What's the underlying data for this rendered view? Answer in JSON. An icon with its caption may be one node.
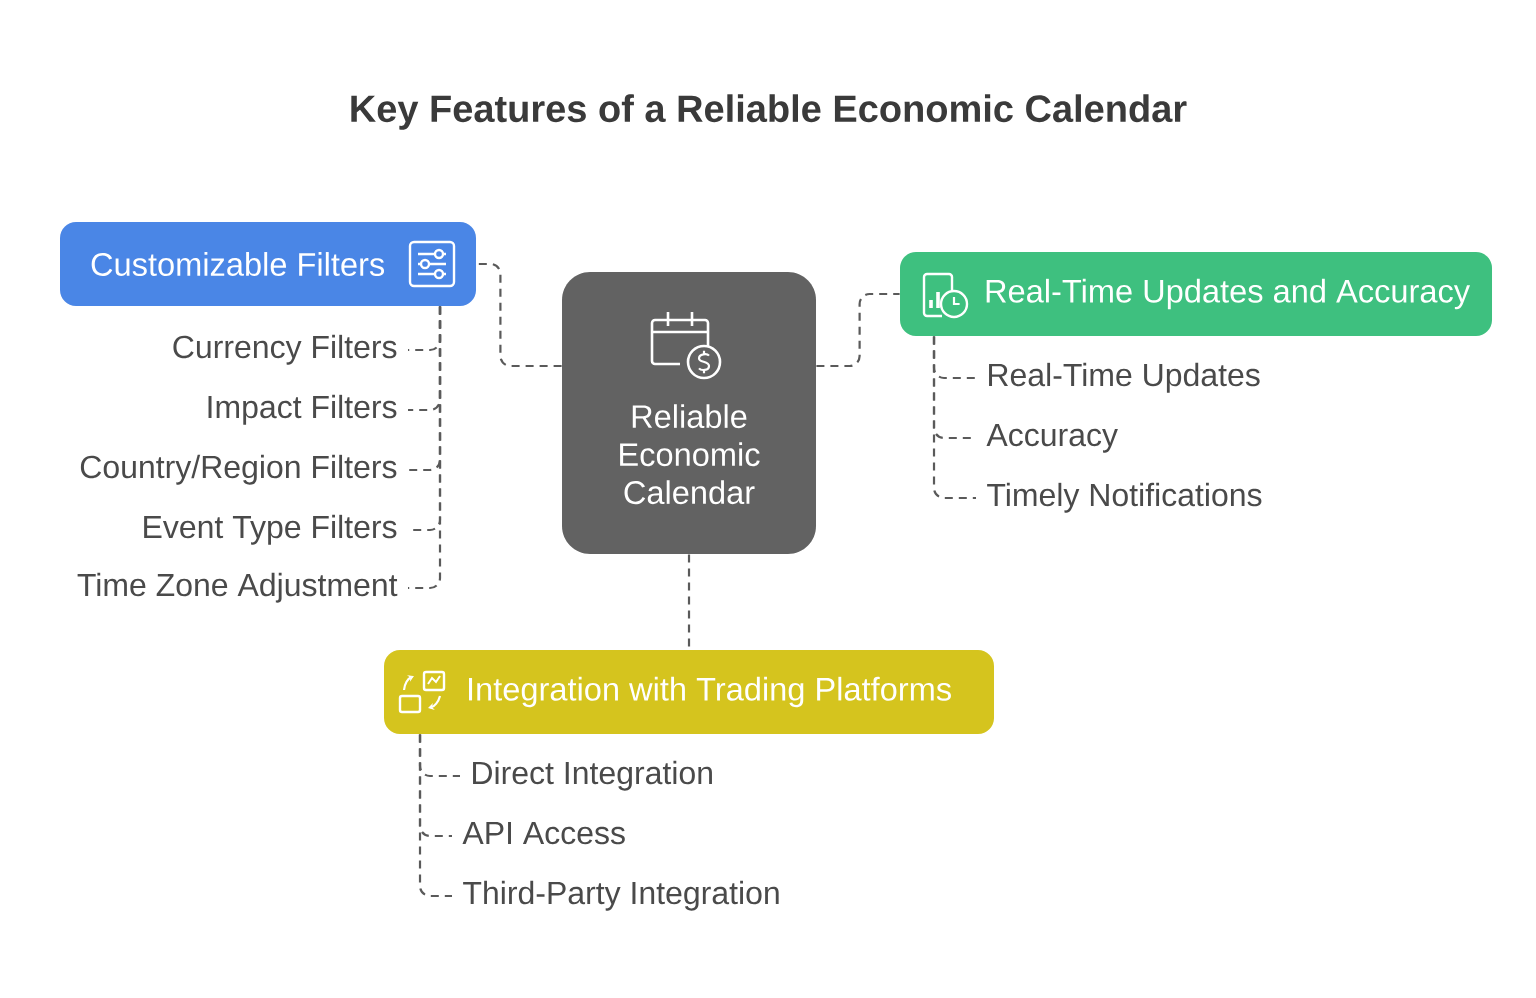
{
  "diagram": {
    "title": "Key Features of a Reliable Economic Calendar",
    "nodes": [
      {
        "text": [
          "Customizable Filters"
        ]
      },
      {
        "text": [
          "Currency Filters"
        ]
      },
      {
        "text": [
          "Impact Filters"
        ]
      },
      {
        "text": [
          "Country/Region Filters"
        ]
      },
      {
        "text": [
          "Event Type Filters"
        ]
      },
      {
        "text": [
          "Time Zone Adjustment"
        ]
      },
      {
        "text": [
          "Reliable Economic Calendar"
        ]
      },
      {
        "text": [
          "Real-Time Updates and Accuracy"
        ]
      },
      {
        "text": [
          "Real-Time Updates"
        ]
      },
      {
        "text": [
          "Accuracy"
        ]
      },
      {
        "text": [
          "Timely Notifications"
        ]
      },
      {
        "text": [
          "Integration with Trading Platforms"
        ]
      },
      {
        "text": [
          "Direct Integration"
        ]
      },
      {
        "text": [
          "API Access"
        ]
      },
      {
        "text": [
          "Third-Party Integration"
        ]
      }
    ],
    "edges": [
      {
        "from": 6,
        "to": 0,
        "arrow": "none",
        "style": "dashed"
      },
      {
        "from": 6,
        "to": 7,
        "arrow": "none",
        "style": "dashed"
      },
      {
        "from": 6,
        "to": 11,
        "arrow": "none",
        "style": "dashed"
      },
      {
        "from": 0,
        "to": 1,
        "arrow": "none",
        "style": "dashed"
      },
      {
        "from": 0,
        "to": 2,
        "arrow": "none",
        "style": "dashed"
      },
      {
        "from": 0,
        "to": 3,
        "arrow": "none",
        "style": "dashed"
      },
      {
        "from": 0,
        "to": 4,
        "arrow": "none",
        "style": "dashed"
      },
      {
        "from": 0,
        "to": 5,
        "arrow": "none",
        "style": "dashed"
      },
      {
        "from": 7,
        "to": 8,
        "arrow": "none",
        "style": "dashed"
      },
      {
        "from": 7,
        "to": 9,
        "arrow": "none",
        "style": "dashed"
      },
      {
        "from": 7,
        "to": 10,
        "arrow": "none",
        "style": "dashed"
      },
      {
        "from": 11,
        "to": 12,
        "arrow": "none",
        "style": "dashed"
      },
      {
        "from": 11,
        "to": 13,
        "arrow": "none",
        "style": "dashed"
      },
      {
        "from": 11,
        "to": 14,
        "arrow": "none",
        "style": "dashed"
      }
    ]
  }
}
